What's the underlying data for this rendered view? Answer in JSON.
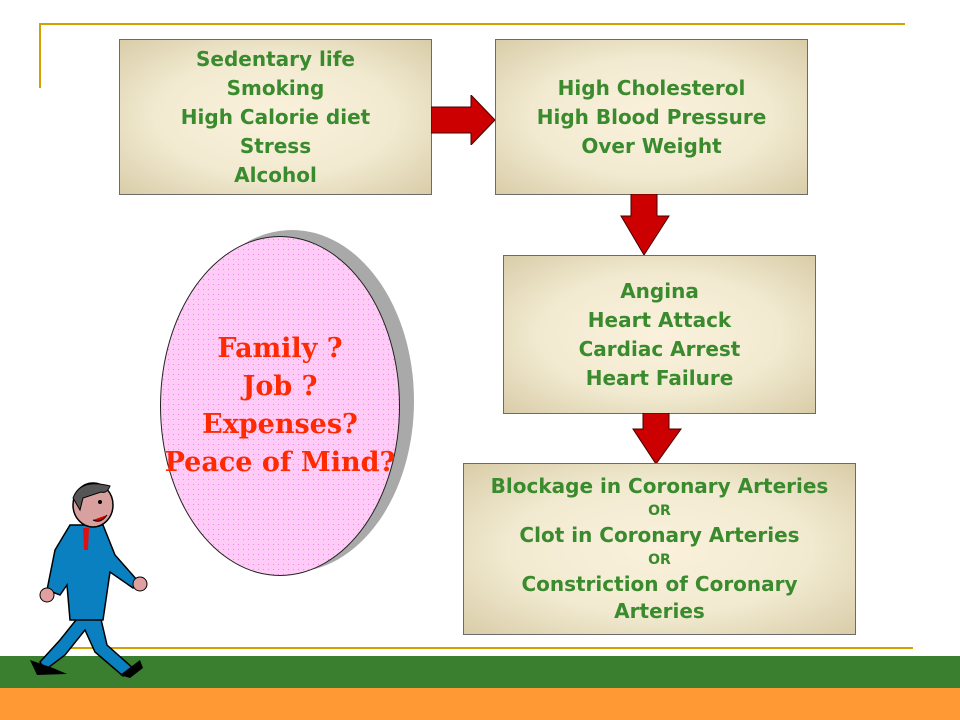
{
  "causes_box": {
    "lines": [
      "Sedentary life",
      "Smoking",
      "High Calorie diet",
      "Stress",
      "Alcohol"
    ]
  },
  "conditions_box": {
    "lines": [
      "High Cholesterol",
      "High Blood Pressure",
      "Over Weight"
    ]
  },
  "outcomes_box": {
    "lines": [
      "Angina",
      "Heart Attack",
      "Cardiac Arrest",
      "Heart Failure"
    ]
  },
  "mechanism_box": {
    "lines": [
      "Blockage in Coronary Arteries",
      "OR",
      "Clot in Coronary Arteries",
      "OR",
      "Constriction of Coronary",
      "Arteries"
    ]
  },
  "worries_bubble": {
    "lines": [
      "Family ?",
      "Job ?",
      "Expenses?",
      "Peace of Mind?"
    ]
  },
  "colors": {
    "box_text": "#3a8a2e",
    "bubble_text": "#ff2a00",
    "arrow": "#cc0000",
    "accent_line": "#d4a000",
    "band_green": "#3a7f30",
    "band_orange": "#ff9933"
  }
}
